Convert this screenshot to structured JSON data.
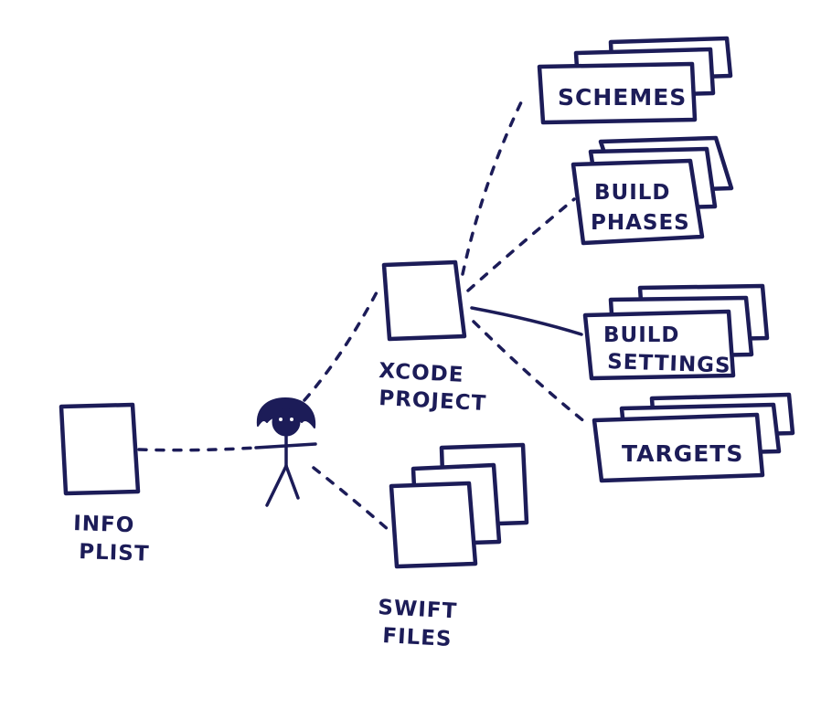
{
  "colors": {
    "ink": "#1c1c58",
    "paper": "#ffffff"
  },
  "nodes": {
    "developer": {
      "icon": "stick-figure-developer-icon"
    },
    "info_plist": {
      "label_line1": "INFO",
      "label_line2": "PLIST"
    },
    "xcode_project": {
      "label_line1": "XCODE",
      "label_line2": "PROJECT"
    },
    "swift_files": {
      "label_line1": "SWIFT",
      "label_line2": "FILES"
    },
    "schemes": {
      "label": "SCHEMES"
    },
    "build_phases": {
      "label_line1": "BUILD",
      "label_line2": "PHASES"
    },
    "build_settings": {
      "label_line1": "BUILD",
      "label_line2": "SETTINGS"
    },
    "targets": {
      "label": "TARGETS"
    }
  },
  "edges": [
    {
      "from": "developer",
      "to": "info_plist",
      "style": "dashed"
    },
    {
      "from": "developer",
      "to": "xcode_project",
      "style": "dashed"
    },
    {
      "from": "developer",
      "to": "swift_files",
      "style": "dashed"
    },
    {
      "from": "xcode_project",
      "to": "schemes",
      "style": "dashed"
    },
    {
      "from": "xcode_project",
      "to": "build_phases",
      "style": "dashed"
    },
    {
      "from": "xcode_project",
      "to": "build_settings",
      "style": "solid"
    },
    {
      "from": "xcode_project",
      "to": "targets",
      "style": "dashed"
    }
  ]
}
